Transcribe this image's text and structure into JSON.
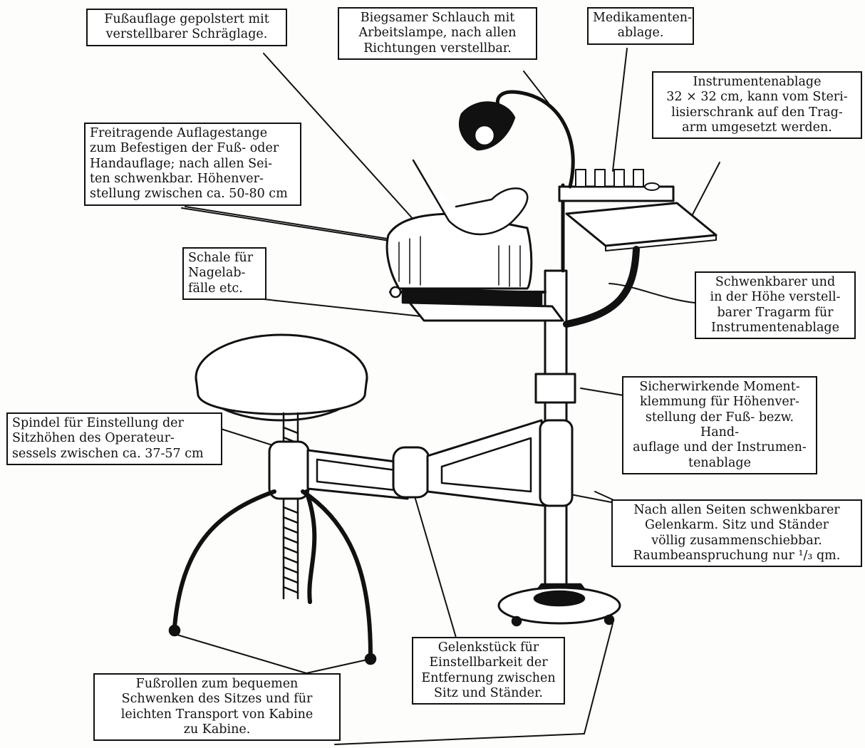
{
  "labels": {
    "footrest": "Fußauflage gepolstert mit\nverstellbarer Schräglage.",
    "lamp": "Biegsamer Schlauch mit\nArbeitslampe, nach allen\nRichtungen verstellbar.",
    "medication_shelf": "Medikamenten-\nablage.",
    "instrument_tray": "Instrumentenablage\n32 × 32 cm, kann vom Steri-\nlisierschrank auf den Trag-\narm umgesetzt werden.",
    "support_bar": "Freitragende Auflagestange\nzum Befestigen der Fuß- oder\nHandauflage; nach allen Sei-\nten schwenkbar. Höhenver-\nstellung zwischen ca. 50-80 cm",
    "nail_tray": "Schale für\nNagelab-\nfälle etc.",
    "support_arm": "Schwenkbarer und\nin der Höhe verstell-\nbarer Tragarm für\nInstrumentenablage",
    "clamp": "Sicherwirkende Moment-\nklemmung für Höhenver-\nstellung der Fuß- bezw. Hand-\nauflage und der Instrumen-\ntenablage",
    "spindle": "Spindel für Einstellung der\nSitzhöhen des Operateur-\nsessels zwischen ca. 37-57 cm",
    "joint_arm": "Nach allen Seiten schwenkbarer\nGelenkarm. Sitz und Ständer\nvöllig zusammenschiebbar.\nRaumbeanspruchung nur ¹/₃ qm.",
    "joint_piece": "Gelenkstück für\nEinstellbarkeit der\nEntfernung zwischen\nSitz und Ständer.",
    "castors": "Fußrollen zum bequemen\nSchwenken des Sitzes und für\nleichten Transport von Kabine\nzu Kabine."
  }
}
